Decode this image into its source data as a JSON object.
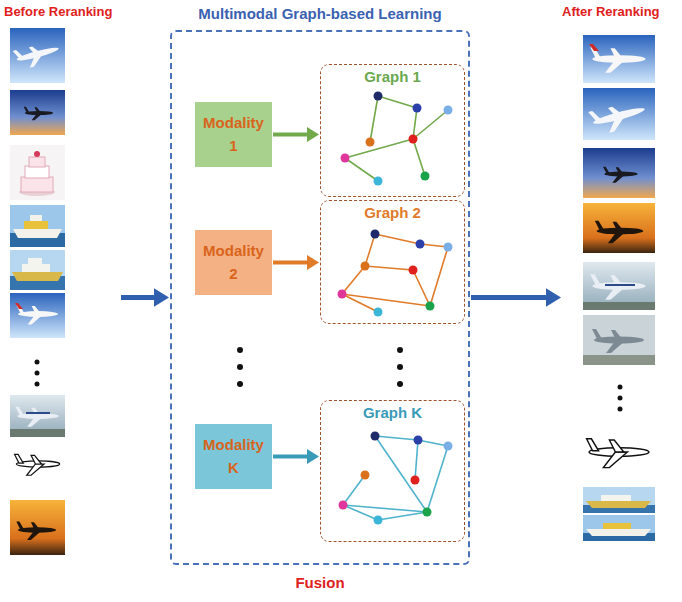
{
  "diagram": {
    "nodes": [
      {
        "text": [
          "Before Reranking"
        ]
      },
      {
        "text": [
          "Multimodal Graph-based Learning"
        ]
      },
      {
        "text": [
          "Modality 1"
        ],
        "in": 1
      },
      {
        "text": [
          "Graph 1"
        ],
        "in": 1
      },
      {
        "text": [
          "Modality 2"
        ],
        "in": 1
      },
      {
        "text": [
          "Graph 2"
        ],
        "in": 1
      },
      {
        "text": [
          "Modality K"
        ],
        "in": 1
      },
      {
        "text": [
          "Graph K"
        ],
        "in": 1
      },
      {
        "text": [
          "After Reranking"
        ]
      }
    ],
    "edges": [
      {
        "from": 0,
        "to": 1,
        "arrow": "to"
      },
      {
        "from": 2,
        "to": 3,
        "arrow": "to"
      },
      {
        "from": 4,
        "to": 5,
        "arrow": "to"
      },
      {
        "from": 6,
        "to": 7,
        "arrow": "to"
      },
      {
        "from": 1,
        "to": 8,
        "arrow": "to"
      }
    ],
    "labels": [
      "Fusion"
    ]
  }
}
